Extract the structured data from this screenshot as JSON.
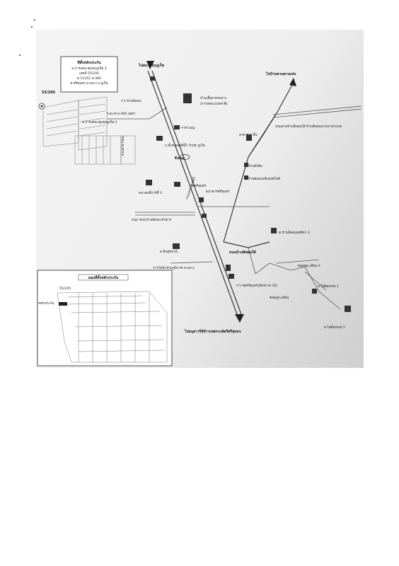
{
  "info_box": {
    "title": "ที่ตั้งหลักประกัน",
    "line1": "ม.การเคหะชุมชนภูเก็ต 2",
    "line2": "เลขที่ 55/205",
    "line3": "ต.51351 ต.389",
    "line4": "ต.ศรีสุนทร อ.ถลาง จ.ภูเก็ต"
  },
  "labels": {
    "to_airport": "ไปสนามบินภูเก็ต",
    "to_pa_khlok": "ไปบ้านควนตานเห่น",
    "house_no_top": "55/205",
    "house_no_inset": "55/205",
    "ban_khian_school": "ร.ร.บ้านลิพอน",
    "provincial_electricity": "บ้านเอื้ออาทรถลาง",
    "provincial_electricity_sub": "(การเคหะแห่งชาติ)",
    "distance": "ระยะทาง 400 เมตร",
    "community2": "ม.การเคหะชุมชนภูเก็ต 2",
    "park": "สวนสาธารณะ",
    "restaurant": "ราชาเบญ",
    "bank_branch": "บ.ทั้งรถยนต์ดีน้ำ จำกัด ภูเก็ต",
    "esso": "Esso",
    "road_thepkrasattri": "ถนนเทพกระษัตรี",
    "wat_sri": "วัดศรีสุนทร",
    "bank_thanachart": "ธนาคารศรีสุนทร",
    "market": "ตลาดศรีสุนทร",
    "pharmacy": "พนาสนธิ์ปาร์ตี้ 3",
    "road_ban_lipon": "ถนน รพช.บ้านลิพอน-ตัวตาร",
    "shop_sin": "ต.สินสุขธานี",
    "pea": "การไฟฟ้าส่วนภูมิภาค อ.ถลาง",
    "road_bang_rong": "ถนนสายบ้านลิพอนใต้-บ้านลิพอนนากยางหวเลข",
    "building4": "อาคาร 4 ชั้น",
    "ban_deng": "บ้านดั่งอิน",
    "shop_furniture": "ร้านซ่อมแอร์แอนด์ไฮต์",
    "ban_lipon_south": "ต.บ้านลิพอนนหอิคว 3",
    "road_lipon_tai": "ถนนบ้านลิพอนใต้",
    "school_sri": "ร.ร.วัดศรีสุนทร(มิตรภาพ 16)",
    "soi_1": "ซอยกู่ตะเคียน 2",
    "soi_2": "ซอยกู่ตะเคียน",
    "temple1": "ต.ไอ้ดีดหรณ์ 1",
    "temple2": "ต.ไอ้ดีดหรณ์ 2",
    "to_district": "ไปอนุสาวรีย์ท้าวเทพกระษัตรีศรีสุนทร",
    "inset_title": "แผนที่ตั้งหลักประกัน",
    "inset_plot": "หลักประกัน"
  },
  "colors": {
    "ink": "#1a1a1a",
    "paper": "#eeeeee"
  }
}
